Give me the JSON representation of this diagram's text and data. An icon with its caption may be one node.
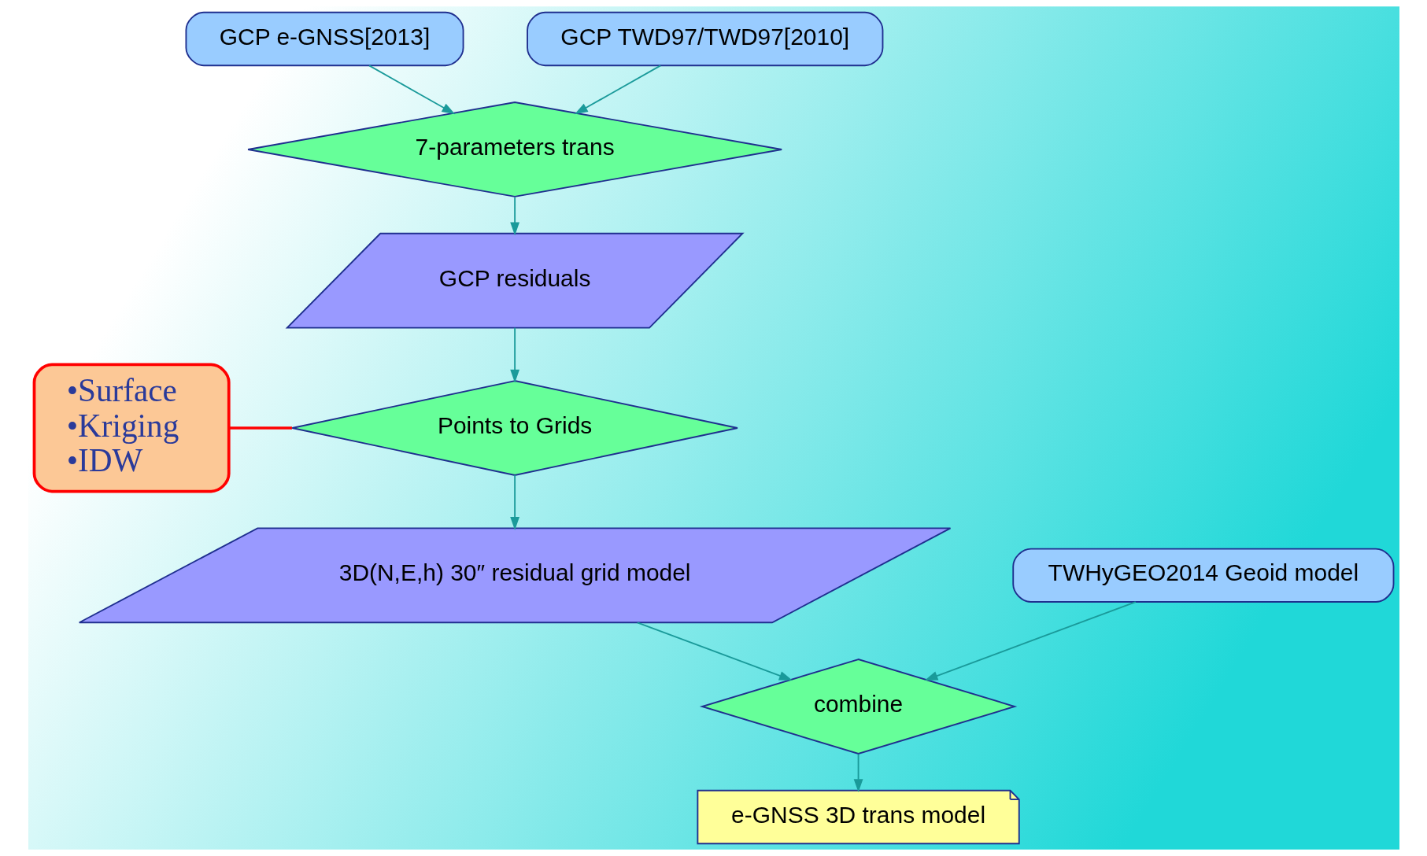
{
  "diagram": {
    "nodes": [
      {
        "text": [
          "GCP e-GNSS[2013]"
        ]
      },
      {
        "text": [
          "GCP TWD97/TWD97[2010]"
        ]
      },
      {
        "text": [
          "7-parameters trans"
        ]
      },
      {
        "text": [
          "GCP residuals"
        ]
      },
      {
        "text": [
          "Points to Grids"
        ]
      },
      {
        "text": [
          "•Surface",
          "•Kriging",
          "•IDW"
        ]
      },
      {
        "text": [
          "3D(N,E,h) 30″ residual grid model"
        ]
      },
      {
        "text": [
          "TWHyGEO2014 Geoid model"
        ]
      },
      {
        "text": [
          "combine"
        ]
      },
      {
        "text": [
          "e-GNSS 3D trans model"
        ]
      }
    ],
    "edges": [
      {
        "from": 0,
        "to": 2,
        "arrow": "to"
      },
      {
        "from": 1,
        "to": 2,
        "arrow": "to"
      },
      {
        "from": 2,
        "to": 3,
        "arrow": "to"
      },
      {
        "from": 3,
        "to": 4,
        "arrow": "to"
      },
      {
        "from": 5,
        "to": 4,
        "arrow": "none",
        "color": "#ff0000"
      },
      {
        "from": 4,
        "to": 6,
        "arrow": "to"
      },
      {
        "from": 6,
        "to": 8,
        "arrow": "to"
      },
      {
        "from": 7,
        "to": 8,
        "arrow": "to"
      },
      {
        "from": 8,
        "to": 9,
        "arrow": "to"
      }
    ]
  }
}
